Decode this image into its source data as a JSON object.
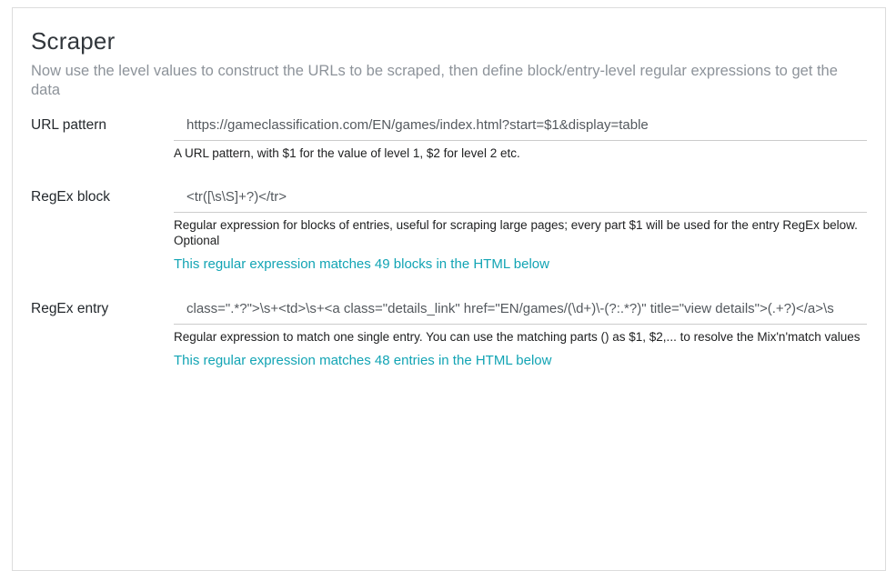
{
  "page": {
    "title": "Scraper",
    "description": "Now use the level values to construct the URLs to be scraped, then define block/entry-level regular expressions to get the data"
  },
  "fields": [
    {
      "label": "URL pattern",
      "value": "https://gameclassification.com/EN/games/index.html?start=$1&display=table",
      "help": "A URL pattern, with $1 for the value of level 1, $2 for level 2 etc."
    },
    {
      "label": "RegEx block",
      "value": "<tr([\\s\\S]+?)</tr>",
      "help": "Regular expression for blocks of entries, useful for scraping large pages; every part $1 will be used for the entry RegEx below. Optional",
      "match_note": "This regular expression matches 49 blocks in the HTML below"
    },
    {
      "label": "RegEx entry",
      "value": "class=\".*?\">\\s+<td>\\s+<a class=\"details_link\" href=\"EN/games/(\\d+)\\-(?:.*?)\" title=\"view details\">(.+?)</a>\\s",
      "help": "Regular expression to match one single entry. You can use the matching parts () as $1, $2,... to resolve the Mix'n'match values",
      "match_note": "This regular expression matches 48 entries in the HTML below"
    }
  ],
  "colors": {
    "accent_teal": "#12a4b4",
    "card_border": "#dcdcdc",
    "description_gray": "#8d939a",
    "input_text": "#54595e"
  }
}
